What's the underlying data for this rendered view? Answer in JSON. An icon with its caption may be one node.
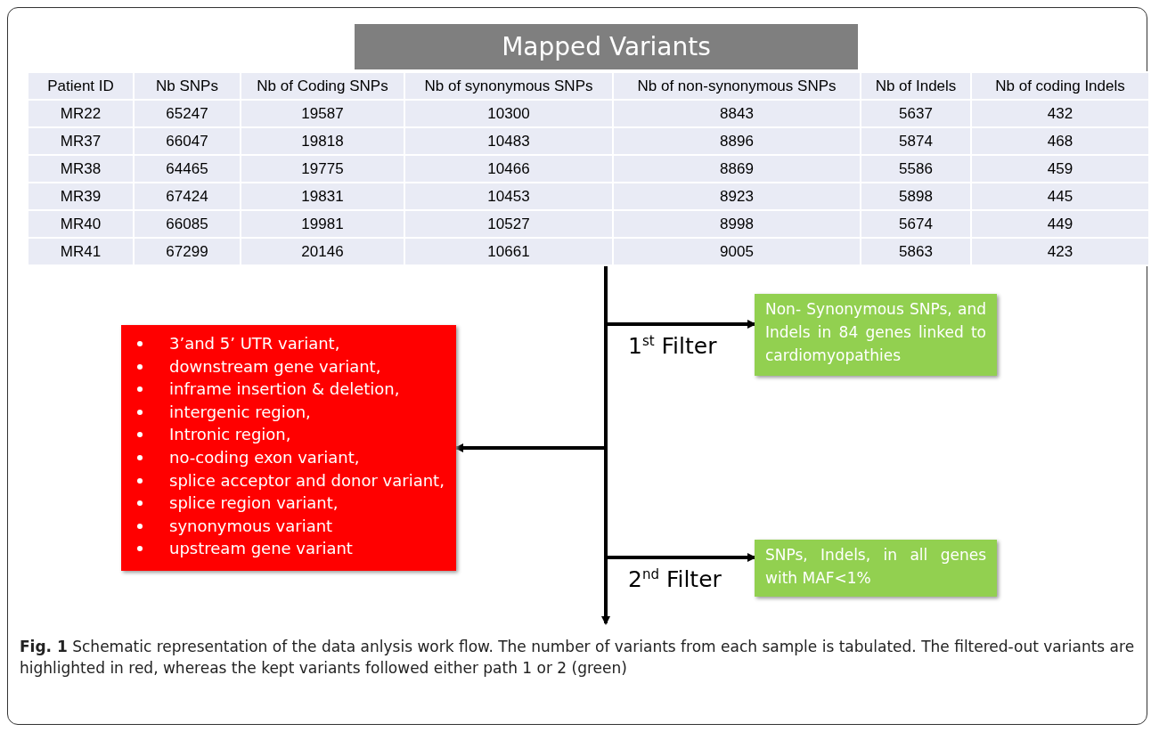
{
  "diagram": {
    "caption": "**Fig. 1** Schematic representation of the data anlysis work flow. The number of variants from each sample is tabulated. The filtered-out variants are highlighted in red, whereas the kept variants followed either path 1 or 2 (green)",
    "nodes": [
      {
        "text": [
          "Mapped Variants"
        ]
      },
      {
        "text": [
          "3’and 5’ UTR variant,",
          "downstream gene variant,",
          "inframe insertion & deletion,",
          "intergenic region,",
          "Intronic region,",
          "no-coding exon variant,",
          "splice acceptor and donor variant,",
          "splice region variant,",
          "synonymous variant",
          "upstream gene variant"
        ]
      },
      {
        "text": [
          "Non- Synonymous SNPs, and Indels in 84 genes linked to cardiomyopathies"
        ]
      },
      {
        "text": [
          "SNPs, Indels, in all genes with MAF<1%"
        ]
      }
    ],
    "edges": [
      {
        "from": 0,
        "to": 2,
        "arrow": "to",
        "label": "1$^{st}$ Filter"
      },
      {
        "from": 0,
        "to": 1,
        "arrow": "to"
      },
      {
        "from": 0,
        "to": 3,
        "arrow": "to",
        "label": "2$^{nd}$  Filter"
      },
      {
        "from": 0,
        "to": null,
        "arrow": "to"
      }
    ],
    "labels": [
      "Patient ID",
      "Nb SNPs",
      "Nb of Coding SNPs",
      "Nb of synonymous SNPs",
      "Nb of non-synonymous SNPs",
      "Nb of Indels",
      "Nb of coding Indels",
      "MR22",
      "65247",
      "19587",
      "10300",
      "8843",
      "5637",
      "432",
      "MR37",
      "66047",
      "19818",
      "10483",
      "8896",
      "5874",
      "468",
      "MR38",
      "64465",
      "19775",
      "10466",
      "8869",
      "5586",
      "459",
      "MR39",
      "67424",
      "19831",
      "10453",
      "8923",
      "5898",
      "445",
      "MR40",
      "66085",
      "19981",
      "10527",
      "8998",
      "5674",
      "449",
      "MR41",
      "67299",
      "20146",
      "10661",
      "9005",
      "5863",
      "423"
    ]
  }
}
